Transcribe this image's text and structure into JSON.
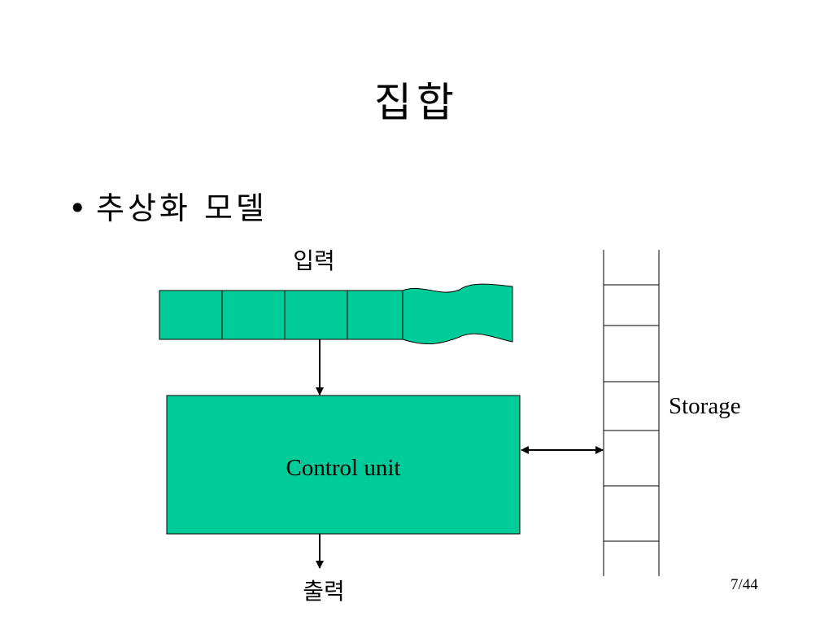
{
  "slide": {
    "title": "집합",
    "bullet_symbol": "•",
    "bullet_text": "추상화 모델",
    "page_number": "7/44"
  },
  "diagram": {
    "input_label": "입력",
    "output_label": "출력",
    "control_label": "Control unit",
    "storage_label": "Storage",
    "input_cell_count": 4,
    "storage_cell_count": 7
  },
  "colors": {
    "fill": "#00CC99",
    "stroke": "#000000",
    "background": "#FFFFFF"
  }
}
